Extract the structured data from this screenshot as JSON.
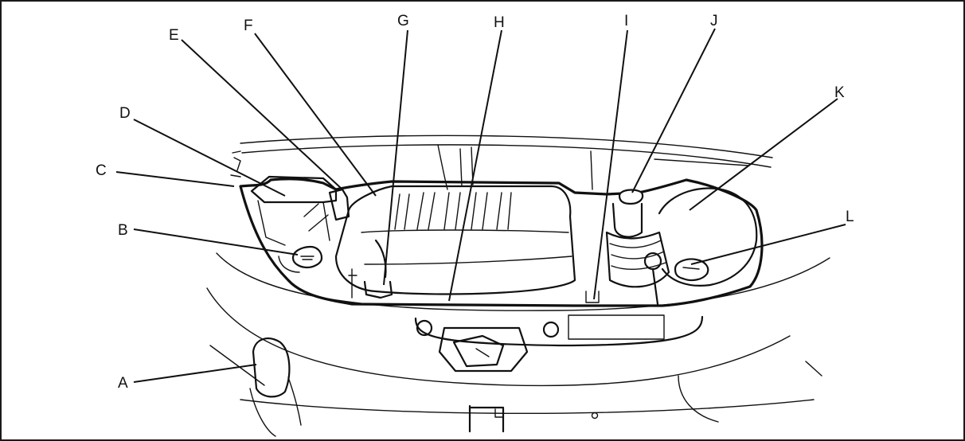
{
  "labels": {
    "A": "A",
    "B": "B",
    "C": "C",
    "D": "D",
    "E": "E",
    "F": "F",
    "G": "G",
    "H": "H",
    "I": "I",
    "J": "J",
    "K": "K",
    "L": "L"
  },
  "colors": {
    "line": "#111111",
    "background": "#ffffff"
  }
}
